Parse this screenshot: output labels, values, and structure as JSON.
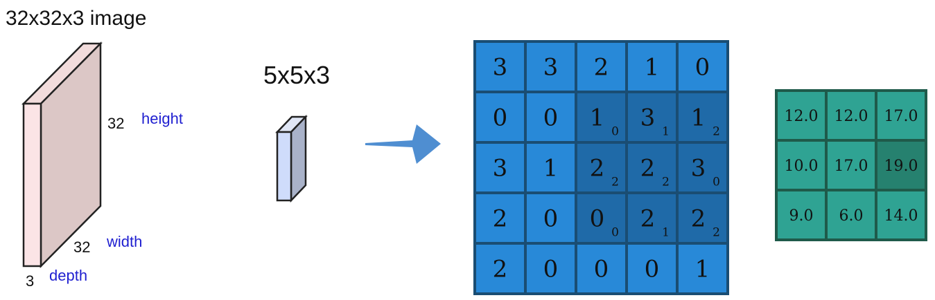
{
  "colors": {
    "slab_front": "#fbe4e6",
    "slab_side": "#dcc7c6",
    "slab_top": "#f2dcdc",
    "filter_front": "#cfdcfb",
    "filter_side": "#a9b2c9",
    "arrow": "#4f8ed1",
    "grid_cell": "#2889d8",
    "grid_highlight": "#1f6aa8",
    "grid_border": "#1a4d73",
    "output_cell": "#2fa393",
    "output_highlight": "#26816f",
    "output_border": "#1f5a4a",
    "label_blue": "#1f1fd0"
  },
  "image_volume": {
    "title": "32x32x3 image",
    "height_value": "32",
    "height_label": "height",
    "width_value": "32",
    "width_label": "width",
    "depth_value": "3",
    "depth_label": "depth"
  },
  "filter": {
    "title": "5x5x3"
  },
  "input_grid": {
    "rows": [
      [
        {
          "v": "3"
        },
        {
          "v": "3"
        },
        {
          "v": "2"
        },
        {
          "v": "1"
        },
        {
          "v": "0"
        }
      ],
      [
        {
          "v": "0"
        },
        {
          "v": "0"
        },
        {
          "v": "1",
          "k": "0",
          "hl": true
        },
        {
          "v": "3",
          "k": "1",
          "hl": true
        },
        {
          "v": "1",
          "k": "2",
          "hl": true
        }
      ],
      [
        {
          "v": "3"
        },
        {
          "v": "1"
        },
        {
          "v": "2",
          "k": "2",
          "hl": true
        },
        {
          "v": "2",
          "k": "2",
          "hl": true
        },
        {
          "v": "3",
          "k": "0",
          "hl": true
        }
      ],
      [
        {
          "v": "2"
        },
        {
          "v": "0"
        },
        {
          "v": "0",
          "k": "0",
          "hl": true
        },
        {
          "v": "2",
          "k": "1",
          "hl": true
        },
        {
          "v": "2",
          "k": "2",
          "hl": true
        }
      ],
      [
        {
          "v": "2"
        },
        {
          "v": "0"
        },
        {
          "v": "0"
        },
        {
          "v": "0"
        },
        {
          "v": "1"
        }
      ]
    ]
  },
  "output_grid": {
    "rows": [
      [
        {
          "v": "12.0"
        },
        {
          "v": "12.0"
        },
        {
          "v": "17.0"
        }
      ],
      [
        {
          "v": "10.0"
        },
        {
          "v": "17.0"
        },
        {
          "v": "19.0",
          "hl": true
        }
      ],
      [
        {
          "v": "9.0"
        },
        {
          "v": "6.0"
        },
        {
          "v": "14.0"
        }
      ]
    ]
  }
}
